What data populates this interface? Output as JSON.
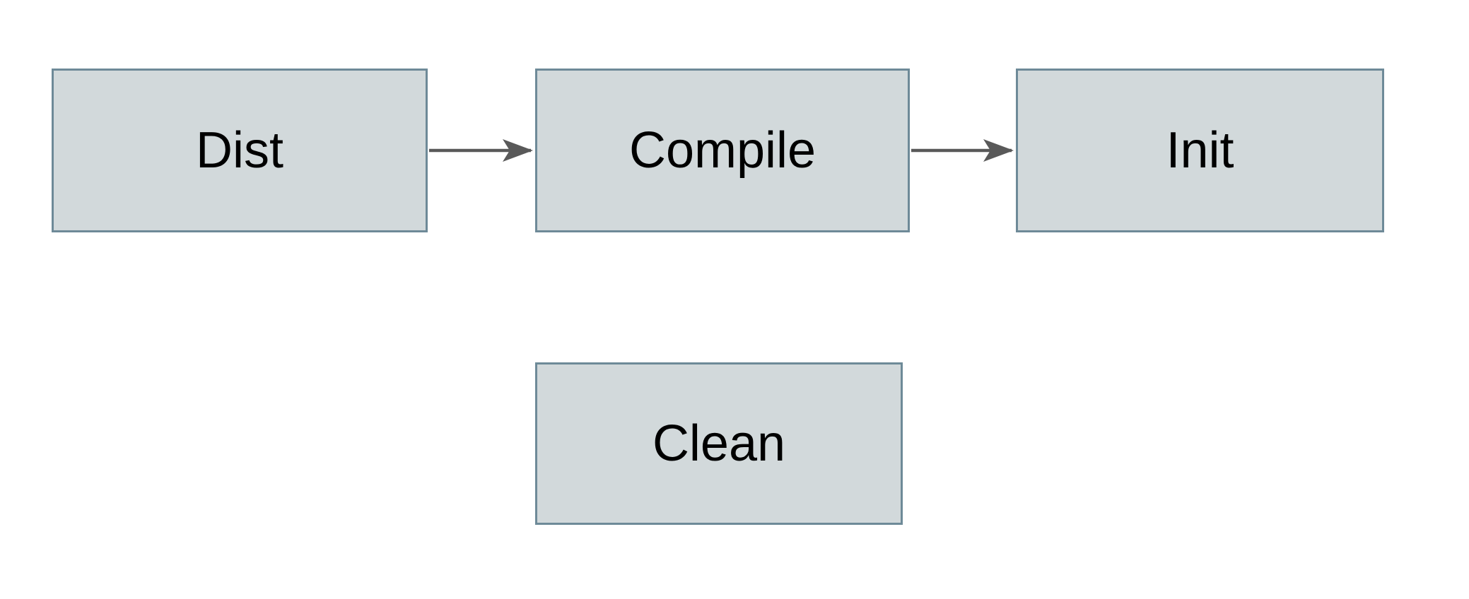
{
  "diagram": {
    "title": "build-targets-flowchart",
    "nodes": [
      {
        "id": "dist",
        "label": "Dist"
      },
      {
        "id": "compile",
        "label": "Compile"
      },
      {
        "id": "init",
        "label": "Init"
      },
      {
        "id": "clean",
        "label": "Clean"
      }
    ],
    "edges": [
      {
        "from": "dist",
        "to": "compile",
        "direction": "right"
      },
      {
        "from": "compile",
        "to": "init",
        "direction": "right"
      }
    ],
    "colors": {
      "background": "#ffffff",
      "node_fill": "#d2d9db",
      "node_border": "#6e8a98",
      "arrow": "#595959",
      "text": "#000000"
    }
  }
}
